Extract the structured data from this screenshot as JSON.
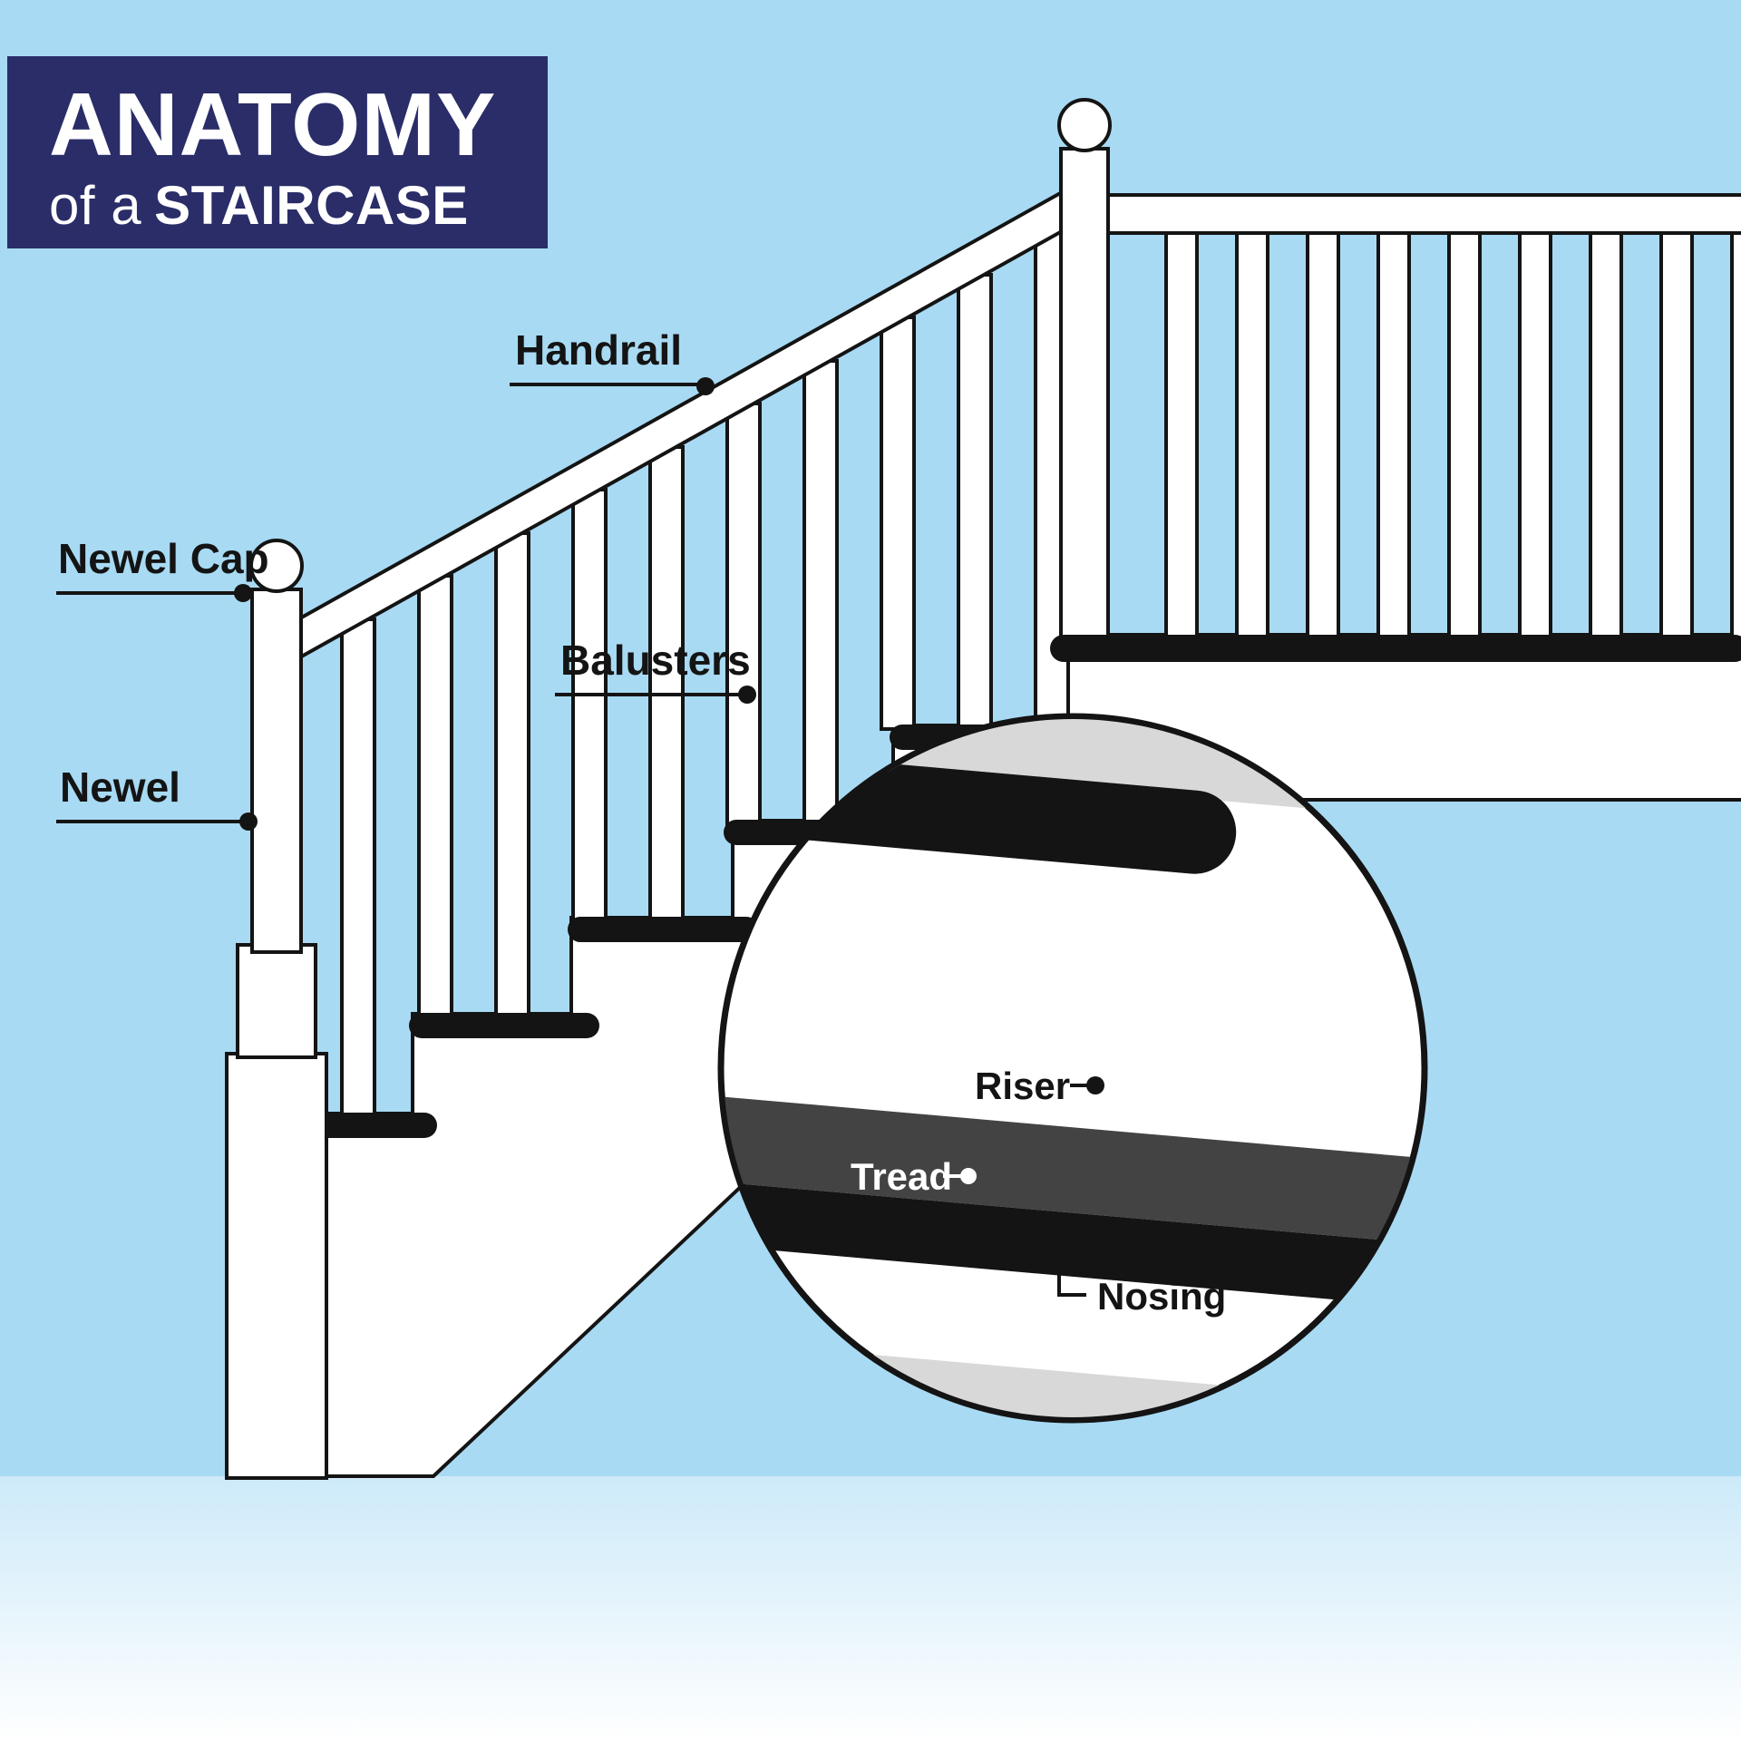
{
  "title": {
    "line1": "ANATOMY",
    "line2_regular": "of a",
    "line2_bold": "STAIRCASE"
  },
  "diagram_labels": {
    "handrail": "Handrail",
    "newel_cap": "Newel Cap",
    "newel": "Newel",
    "balusters": "Balusters"
  },
  "zoom_labels": {
    "riser": "Riser",
    "tread": "Tread",
    "nosing": "Nosing"
  },
  "colors": {
    "background": "#a8daf3",
    "floor_top": "#cdeaf9",
    "floor_bottom": "#ffffff",
    "title_box": "#2a2d68",
    "title_text": "#ffffff",
    "label_text": "#141414",
    "outline": "#141414",
    "stair_white": "#ffffff",
    "tread_black": "#141414",
    "zoom_light_gray": "#d8d8d8",
    "zoom_dark_gray": "#434343"
  }
}
